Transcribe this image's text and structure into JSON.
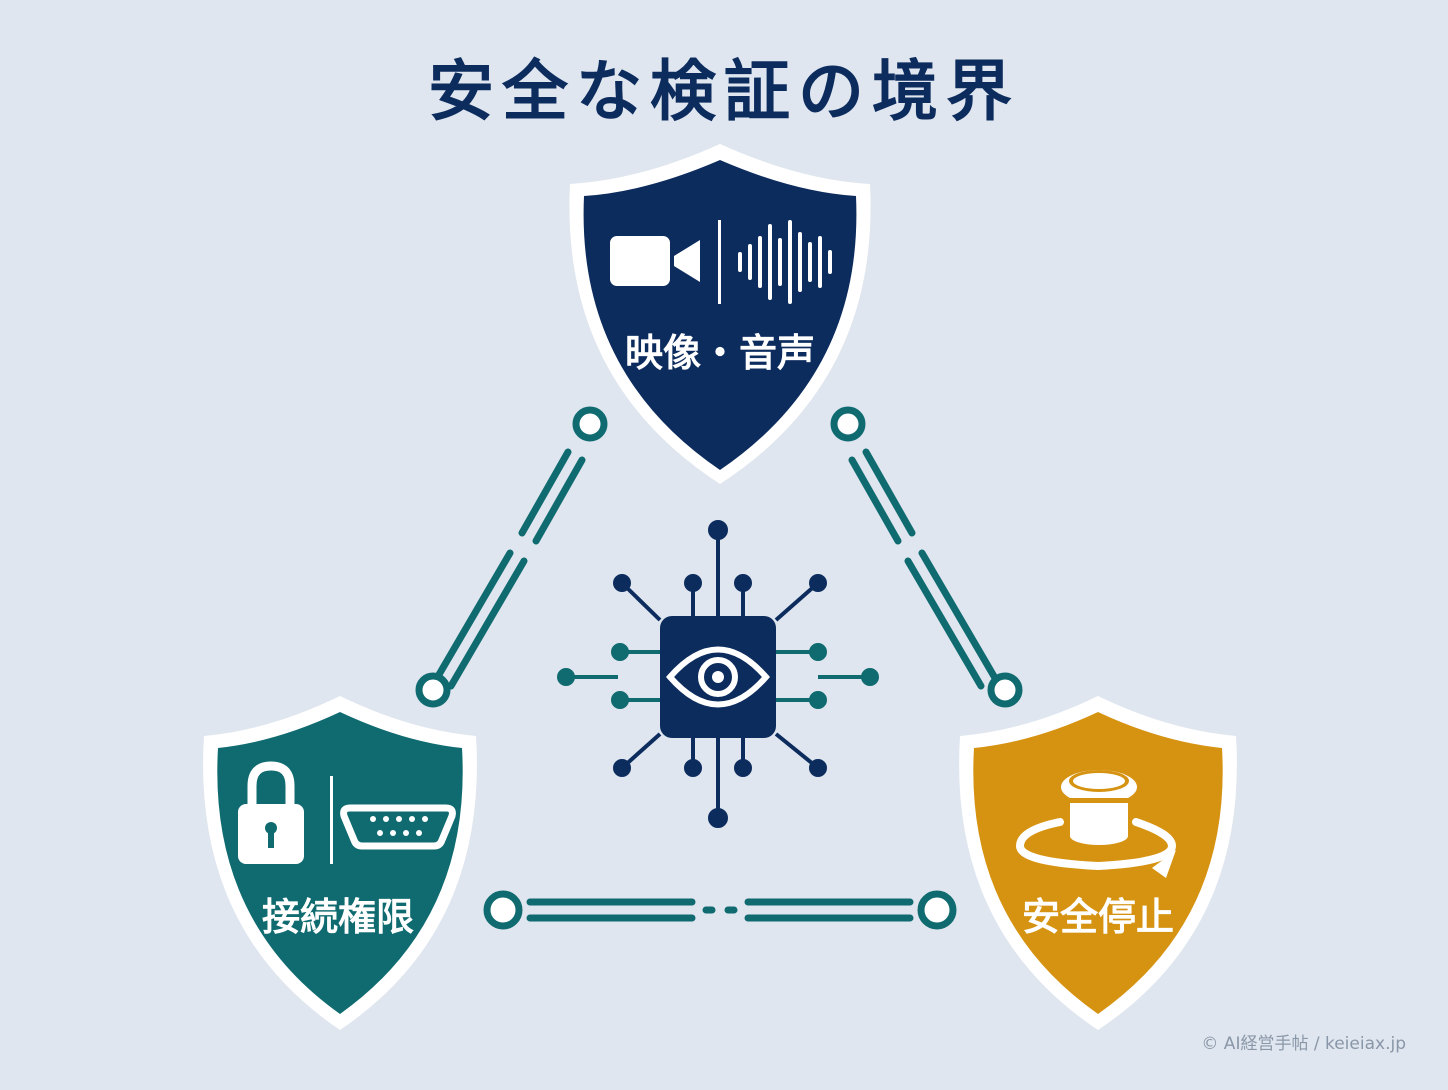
{
  "title": "安全な検証の境界",
  "credit": "© AI経営手帖 / keieiax.jp",
  "shields": {
    "media": {
      "label": "映像・音声",
      "icons": [
        "video-camera-icon",
        "sound-wave-icon"
      ],
      "color": "#0d2c5e"
    },
    "access": {
      "label": "接続権限",
      "icons": [
        "padlock-icon",
        "serial-port-icon"
      ],
      "color": "#0f6b70"
    },
    "stop": {
      "label": "安全停止",
      "icons": [
        "emergency-stop-button-icon"
      ],
      "color": "#d69312"
    }
  },
  "center": {
    "icons": [
      "eye-chip-icon"
    ],
    "color": "#0d2c5e"
  },
  "colors": {
    "background": "#dfe6ef",
    "connector": "#0f6b70",
    "outline": "#ffffff"
  }
}
